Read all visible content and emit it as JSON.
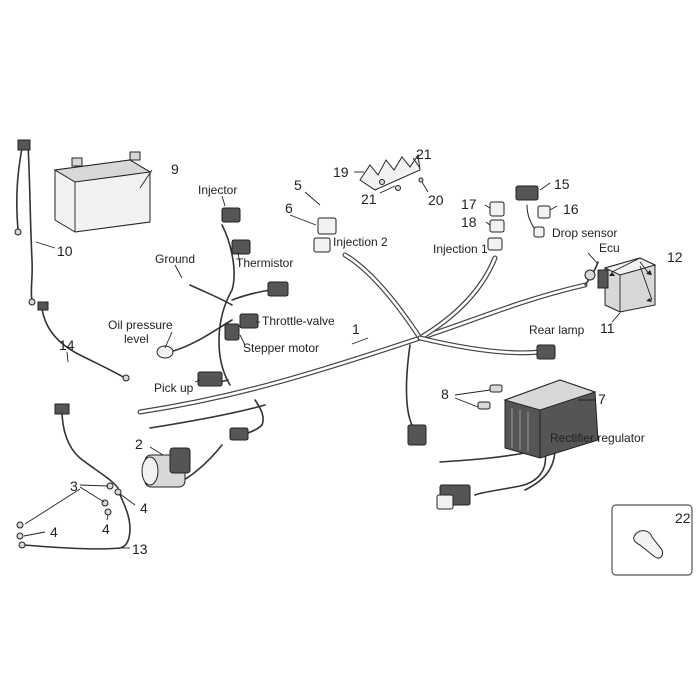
{
  "labels": {
    "injector": "Injector",
    "ground": "Ground",
    "thermistor": "Thermistor",
    "oil_pressure_level_1": "Oil pressure",
    "oil_pressure_level_2": "level",
    "throttle_valve": "Throttle-valve",
    "stepper_motor": "Stepper motor",
    "pick_up": "Pick up",
    "injection_2": "Injection 2",
    "injection_1": "Injection 1",
    "drop_sensor": "Drop sensor",
    "ecu": "Ecu",
    "rear_lamp": "Rear lamp",
    "rectifier_regulator": "Rectifier regulator"
  },
  "numbers": {
    "n1": "1",
    "n2": "2",
    "n3": "3",
    "n4a": "4",
    "n4b": "4",
    "n4c": "4",
    "n5": "5",
    "n6": "6",
    "n7": "7",
    "n8": "8",
    "n9": "9",
    "n10": "10",
    "n11": "11",
    "n12": "12",
    "n13": "13",
    "n14": "14",
    "n15": "15",
    "n16": "16",
    "n17": "17",
    "n18": "18",
    "n19": "19",
    "n20": "20",
    "n21a": "21",
    "n21b": "21",
    "n22": "22"
  }
}
